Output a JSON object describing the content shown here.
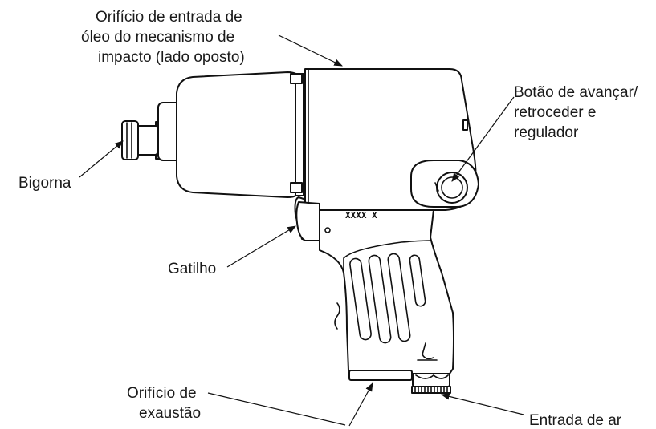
{
  "labels": {
    "oil_port": [
      "Orifício de entrada de",
      "óleo do mecanismo de",
      "impacto (lado oposto)"
    ],
    "switch": [
      "Botão de avançar/",
      "retroceder e",
      "regulador"
    ],
    "anvil": "Bigorna",
    "trigger": "Gatilho",
    "exhaust": [
      "Orifício de",
      "exaustão"
    ],
    "air_inlet": "Entrada de ar"
  },
  "model_code": "XXXX X"
}
